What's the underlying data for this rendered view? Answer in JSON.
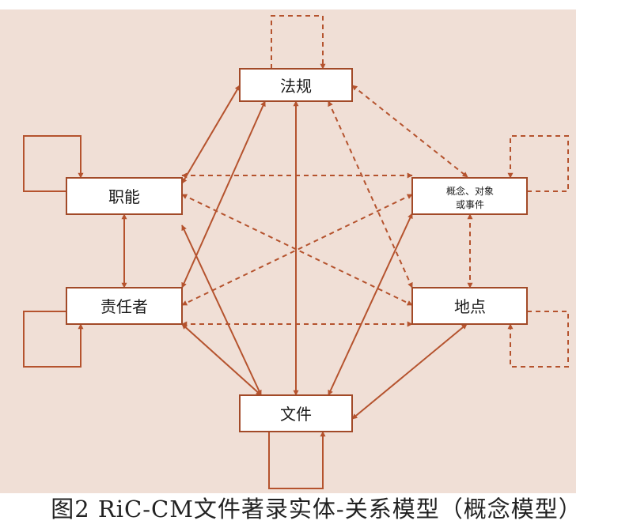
{
  "caption": "图2 RiC-CM文件著录实体-关系模型（概念模型）",
  "colors": {
    "background": "#f0dfd6",
    "node_fill": "#ffffff",
    "node_border": "#a24a28",
    "arrow": "#b5532e"
  },
  "nodes": {
    "mandate": "法规",
    "function": "职能",
    "concept_line1": "概念、对象",
    "concept_line2": "或事件",
    "agent": "责任者",
    "place": "地点",
    "record": "文件"
  }
}
